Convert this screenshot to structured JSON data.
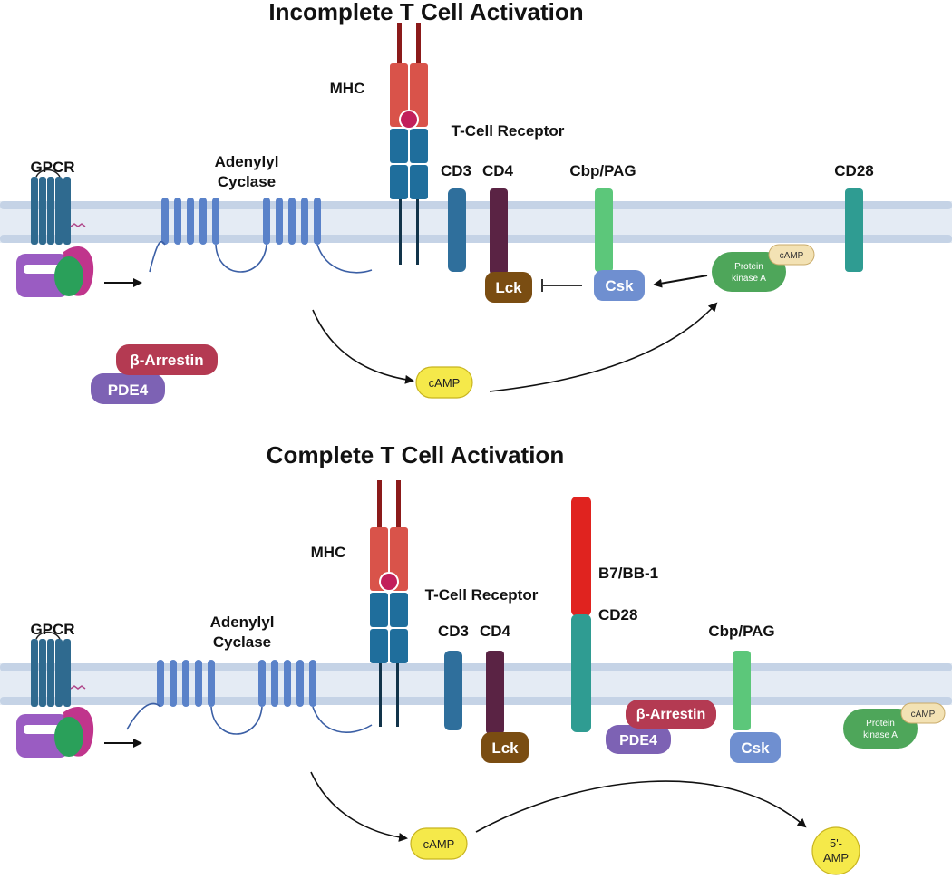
{
  "top": {
    "title": "Incomplete T Cell Activation",
    "labels": {
      "gpcr": "GPCR",
      "adenylyl": "Adenylyl",
      "cyclase": "Cyclase",
      "mhc": "MHC",
      "tcr": "T-Cell Receptor",
      "cd3": "CD3",
      "cd4": "CD4",
      "cbp": "Cbp/PAG",
      "cd28": "CD28",
      "lck": "Lck",
      "csk": "Csk",
      "pka1": "Protein",
      "pka2": "kinase A",
      "pka_camp": "cAMP",
      "camp": "cAMP",
      "arrestin": "β-Arrestin",
      "pde4": "PDE4"
    }
  },
  "bottom": {
    "title": "Complete T Cell Activation",
    "labels": {
      "gpcr": "GPCR",
      "adenylyl": "Adenylyl",
      "cyclase": "Cyclase",
      "mhc": "MHC",
      "tcr": "T-Cell Receptor",
      "cd3": "CD3",
      "cd4": "CD4",
      "b7": "B7/BB-1",
      "cd28": "CD28",
      "cbp": "Cbp/PAG",
      "lck": "Lck",
      "csk": "Csk",
      "arrestin": "β-Arrestin",
      "pde4": "PDE4",
      "pka1": "Protein",
      "pka2": "kinase A",
      "pka_camp": "cAMP",
      "camp": "cAMP",
      "amp1": "5'-",
      "amp2": "AMP"
    }
  },
  "colors": {
    "membrane_head": "#c5d3e6",
    "membrane_tail": "#e4ebf4",
    "adenylyl": "#5a82c9",
    "mhc_red": "#d9534a",
    "tcr_blue": "#1f6e9c",
    "cd3": "#2f6f9c",
    "cd4": "#5a2344",
    "cbp": "#5cc77a",
    "cd28": "#2f9c92",
    "b7": "#e0231f",
    "lck": "#7a4d12",
    "csk": "#6f8fd0",
    "pka": "#4ea65a",
    "camp_fill": "#f5e94a",
    "arrestin": "#b43a52",
    "pde4": "#7d62b4",
    "gpcr": "#2f6a8f",
    "g_purple": "#9a5cc2",
    "g_green": "#2aa05a",
    "g_magenta": "#c0358c"
  }
}
